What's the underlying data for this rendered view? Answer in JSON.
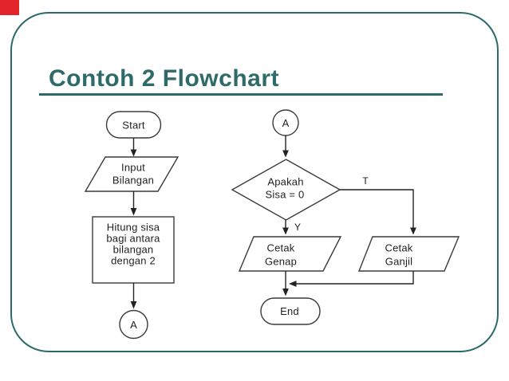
{
  "slide": {
    "title": "Contoh 2 Flowchart",
    "accent_color": "#2E6A68",
    "corner_mark_color": "#E02429"
  },
  "flowchart": {
    "left": {
      "start_label": "Start",
      "input_lines": [
        "Input",
        "Bilangan"
      ],
      "process_lines": [
        "Hitung sisa",
        "bagi antara",
        "bilangan",
        "dengan 2"
      ],
      "connector_label": "A"
    },
    "right": {
      "connector_label": "A",
      "decision_lines": [
        "Apakah",
        "Sisa = 0"
      ],
      "label_true": "T",
      "label_yes": "Y",
      "print_even_lines": [
        "Cetak",
        "Genap"
      ],
      "print_odd_lines": [
        "Cetak",
        "Ganjil"
      ],
      "end_label": "End"
    }
  }
}
